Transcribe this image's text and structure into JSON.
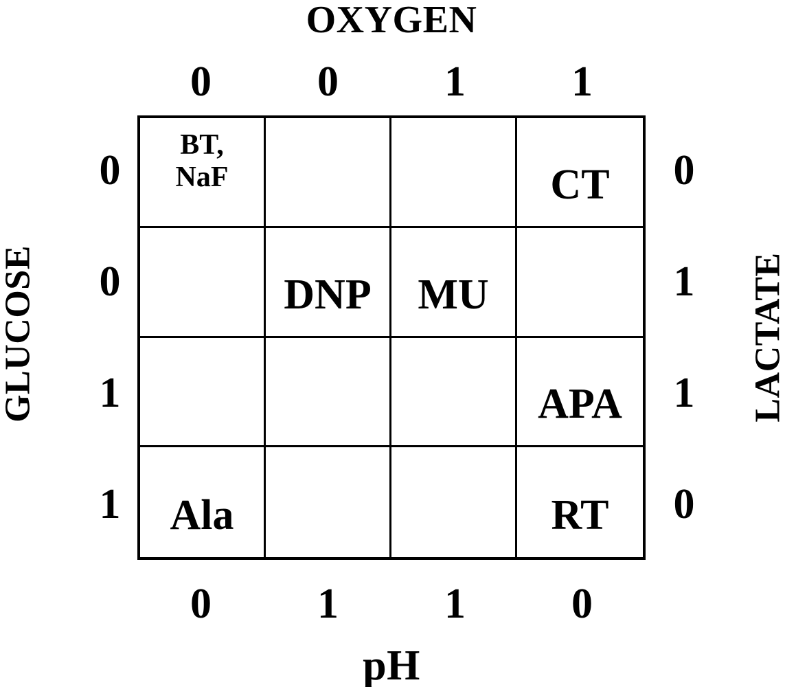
{
  "figure": {
    "type": "karnaugh-map",
    "top_axis": {
      "label": "OXYGEN",
      "values": [
        "0",
        "0",
        "1",
        "1"
      ]
    },
    "bottom_axis": {
      "label": "pH",
      "values": [
        "0",
        "1",
        "1",
        "0"
      ]
    },
    "left_axis": {
      "label": "GLUCOSE",
      "values": [
        "0",
        "0",
        "1",
        "1"
      ]
    },
    "right_axis": {
      "label": "LACTATE",
      "values": [
        "0",
        "1",
        "1",
        "0"
      ]
    },
    "grid": {
      "rows": 4,
      "cols": 4,
      "cells": [
        [
          "BT,\nNaF",
          "",
          "",
          "CT"
        ],
        [
          "",
          "DNP",
          "MU",
          ""
        ],
        [
          "",
          "",
          "",
          "APA"
        ],
        [
          "Ala",
          "",
          "",
          "RT"
        ]
      ]
    }
  },
  "colors": {
    "foreground": "#000000",
    "background": "#ffffff"
  }
}
